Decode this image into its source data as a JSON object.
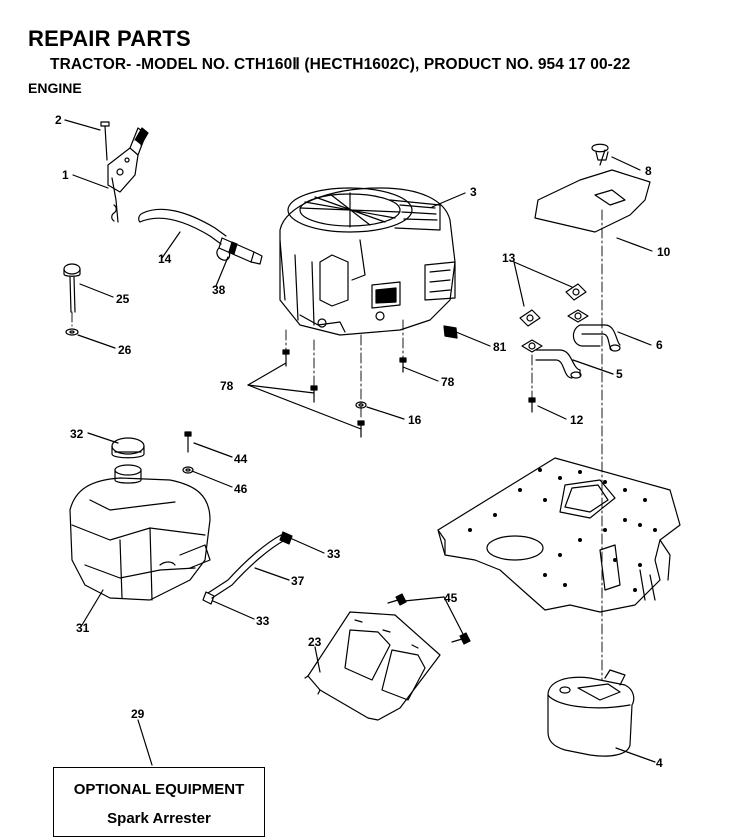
{
  "header": {
    "title": "REPAIR PARTS",
    "model_line": "TRACTOR- -MODEL NO. CTH160Ⅱ (HECTH1602C), PRODUCT NO. 954 17 00-22",
    "section": "ENGINE"
  },
  "callouts": [
    {
      "key": "c2",
      "label": "2"
    },
    {
      "key": "c1",
      "label": "1"
    },
    {
      "key": "c14",
      "label": "14"
    },
    {
      "key": "c38",
      "label": "38"
    },
    {
      "key": "c3",
      "label": "3"
    },
    {
      "key": "c8",
      "label": "8"
    },
    {
      "key": "c10",
      "label": "10"
    },
    {
      "key": "c13",
      "label": "13"
    },
    {
      "key": "c6",
      "label": "6"
    },
    {
      "key": "c5",
      "label": "5"
    },
    {
      "key": "c12",
      "label": "12"
    },
    {
      "key": "c25",
      "label": "25"
    },
    {
      "key": "c26",
      "label": "26"
    },
    {
      "key": "c81",
      "label": "81"
    },
    {
      "key": "c78a",
      "label": "78"
    },
    {
      "key": "c78b",
      "label": "78"
    },
    {
      "key": "c16",
      "label": "16"
    },
    {
      "key": "c32",
      "label": "32"
    },
    {
      "key": "c44",
      "label": "44"
    },
    {
      "key": "c46",
      "label": "46"
    },
    {
      "key": "c33a",
      "label": "33"
    },
    {
      "key": "c37",
      "label": "37"
    },
    {
      "key": "c33b",
      "label": "33"
    },
    {
      "key": "c31",
      "label": "31"
    },
    {
      "key": "c45",
      "label": "45"
    },
    {
      "key": "c23",
      "label": "23"
    },
    {
      "key": "c29",
      "label": "29"
    },
    {
      "key": "c4",
      "label": "4"
    }
  ],
  "optional_box": {
    "line1": "OPTIONAL EQUIPMENT",
    "line2": "Spark Arrester"
  }
}
